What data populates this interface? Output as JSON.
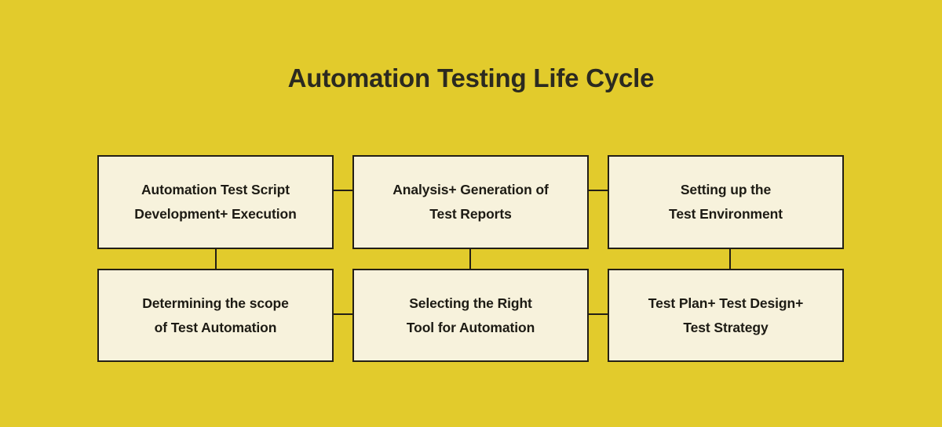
{
  "diagram": {
    "title": "Automation Testing Life Cycle",
    "background_color": "#e2cb2c",
    "node_fill_color": "#f7f2dc",
    "node_border_color": "#231f16",
    "text_color": "#1d1b14",
    "nodes": [
      {
        "id": "node-1",
        "line1": "Automation Test Script",
        "line2": "Development+ Execution",
        "row": 1,
        "column": 1
      },
      {
        "id": "node-2",
        "line1": "Analysis+ Generation of",
        "line2": "Test Reports",
        "row": 1,
        "column": 2
      },
      {
        "id": "node-3",
        "line1": "Setting up the",
        "line2": "Test Environment",
        "row": 1,
        "column": 3
      },
      {
        "id": "node-4",
        "line1": "Determining the scope",
        "line2": "of Test Automation",
        "row": 2,
        "column": 1
      },
      {
        "id": "node-5",
        "line1": "Selecting the Right",
        "line2": "Tool for Automation",
        "row": 2,
        "column": 2
      },
      {
        "id": "node-6",
        "line1": "Test Plan+ Test Design+",
        "line2": "Test Strategy",
        "row": 2,
        "column": 3
      }
    ],
    "connectors": [
      {
        "id": "conn-1-2",
        "from": "node-1",
        "to": "node-2",
        "orientation": "horizontal"
      },
      {
        "id": "conn-2-3",
        "from": "node-2",
        "to": "node-3",
        "orientation": "horizontal"
      },
      {
        "id": "conn-4-5",
        "from": "node-4",
        "to": "node-5",
        "orientation": "horizontal"
      },
      {
        "id": "conn-5-6",
        "from": "node-5",
        "to": "node-6",
        "orientation": "horizontal"
      },
      {
        "id": "conn-1-4",
        "from": "node-1",
        "to": "node-4",
        "orientation": "vertical"
      },
      {
        "id": "conn-2-5",
        "from": "node-2",
        "to": "node-5",
        "orientation": "vertical"
      },
      {
        "id": "conn-3-6",
        "from": "node-3",
        "to": "node-6",
        "orientation": "vertical"
      }
    ]
  }
}
